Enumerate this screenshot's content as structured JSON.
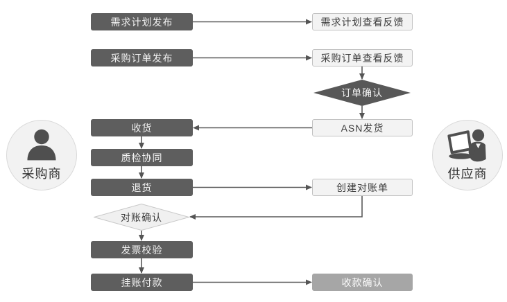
{
  "actors": {
    "buyer": "采购商",
    "supplier": "供应商"
  },
  "nodes": {
    "demand_plan_publish": "需求计划发布",
    "demand_plan_view_feedback": "需求计划查看反馈",
    "purchase_order_publish": "采购订单发布",
    "purchase_order_view_feedback": "采购订单查看反馈",
    "order_confirm": "订单确认",
    "receive_goods": "收货",
    "asn_shipment": "ASN发货",
    "quality_inspection_collaboration": "质检协同",
    "return_goods": "退货",
    "create_reconciliation_statement": "创建对账单",
    "reconciliation_confirm": "对账确认",
    "invoice_verification": "发票校验",
    "payment_on_account": "挂账付款",
    "receipt_confirm": "收款确认"
  },
  "colors": {
    "dark_node": "#5e5e5e",
    "dark_diamond": "#585858",
    "light_node_fill": "#f3f3f3",
    "light_node_border": "#c2c2c2",
    "gray_node": "#a6a6a6",
    "connector": "#595959",
    "actor_circle_fill": "#f2f2f2",
    "actor_circle_border": "#d9d9d9",
    "icon_color": "#4f4f4f"
  }
}
